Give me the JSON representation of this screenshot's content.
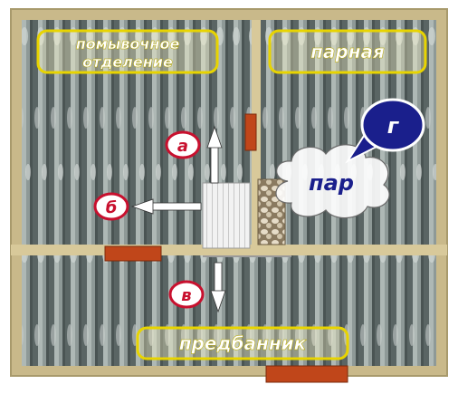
{
  "rooms": {
    "washing": {
      "line1": "помывочное",
      "line2": "отделение"
    },
    "steam": {
      "label": "парная"
    },
    "dressing": {
      "label": "предбанник"
    }
  },
  "markers": [
    {
      "id": "a",
      "letter": "а"
    },
    {
      "id": "b",
      "letter": "б"
    },
    {
      "id": "v",
      "letter": "в"
    }
  ],
  "bubble": {
    "letter": "г",
    "cloud_text": "пар"
  },
  "colors": {
    "frame": "#c9b98a",
    "wall": "#d8c99a",
    "wood_dark": "#4f5a5a",
    "wood_light": "#a9b3b0",
    "door": "#c0461a",
    "label_bg": "#fff8c8",
    "label_border": "#e8d400",
    "label_text": "#ffffff",
    "marker_border": "#c8102e",
    "bubble_bg": "#1a1f8c"
  }
}
